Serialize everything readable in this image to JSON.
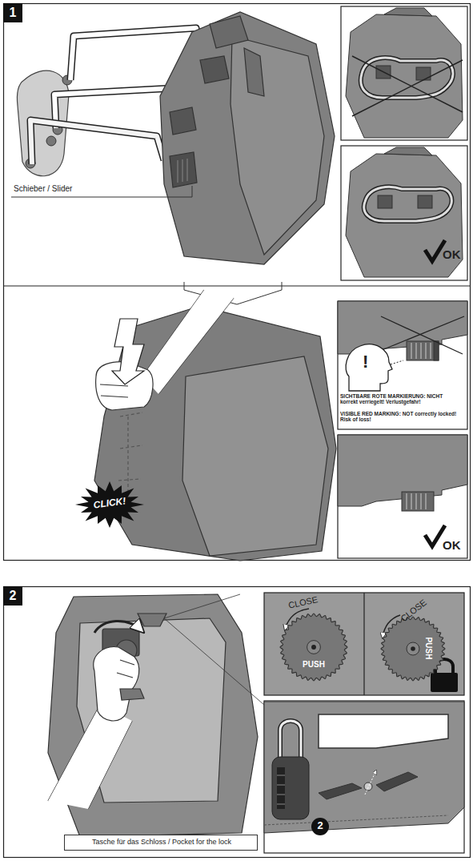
{
  "diagram": {
    "nodes": [
      {
        "text": [
          "1"
        ]
      },
      {
        "text": [
          "CLICK!"
        ]
      },
      {
        "text": [
          "2"
        ]
      },
      {
        "text": [
          "CLOSE",
          "PUSH"
        ]
      },
      {
        "text": [
          "CLOSE",
          "PUSH"
        ]
      },
      {
        "text": [
          "2"
        ]
      },
      {
        "text": [
          "Tasche für das Schloss / Pocket for the lock"
        ]
      }
    ],
    "labels": [
      "Schieber / Slider",
      "!",
      "SICHTBARE ROTE MARKIERUNG: NICHT korrekt verriegelt! Verlustgefahr!",
      "VISIBLE RED MARKING: NOT correctly locked! Risk of loss!",
      "OK",
      "OK"
    ]
  }
}
